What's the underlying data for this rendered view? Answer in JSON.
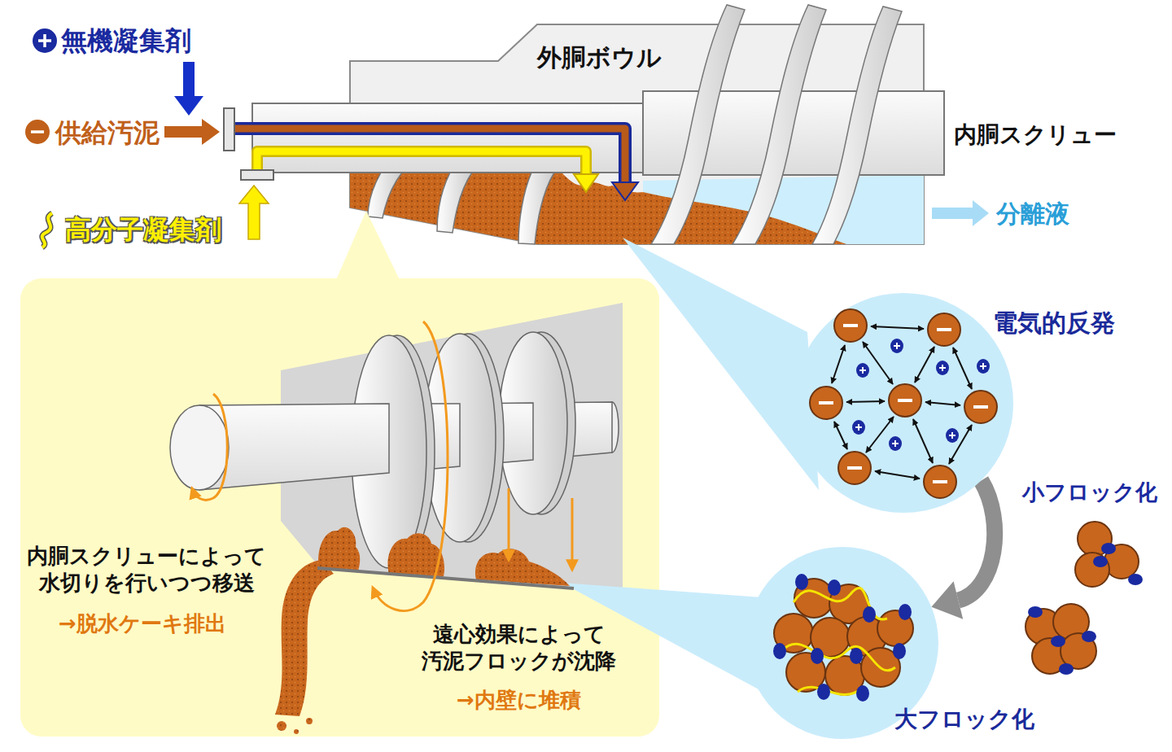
{
  "diagram": {
    "nodes": [
      {
        "text": [
          "内胴スクリューによって 水切りを行いつつ移送",
          "→脱水ケーキ排出",
          "遠心効果によって 汚泥フロックが沈降",
          "→内壁に堆積"
        ]
      },
      {
        "text": [
          "電気的反発"
        ]
      },
      {
        "text": [
          "大フロック化"
        ]
      }
    ],
    "edges": [
      {
        "from": 1,
        "to": 2,
        "arrow": "to"
      }
    ],
    "labels": [
      "無機凝集剤",
      "供給汚泥",
      "高分子凝集剤",
      "外胴ボウル",
      "内胴スクリュー",
      "分離液",
      "小フロック化"
    ]
  }
}
